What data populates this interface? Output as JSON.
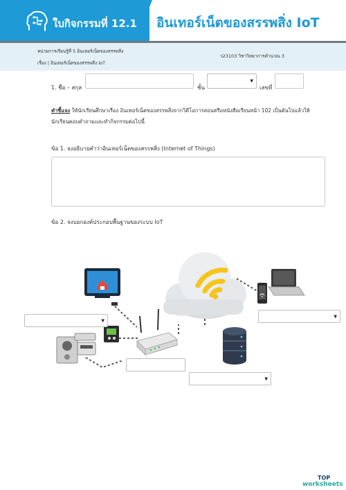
{
  "header": {
    "worksheet_label": "ใบกิจกรรมที่ 12.1",
    "title": "อินเทอร์เน็ตของสรรพสิ่ง IoT"
  },
  "info": {
    "unit": "หน่วยการเรียนรู้ที่  5 อินเทอร์เน็ตของสรรพสิ่ง",
    "topic": "เรื่อง | อินเทอร์เน็ตของสรรพสิ่ง IoT",
    "course": "ว23103 วิชาวิทยาการคำนวณ 3"
  },
  "student": {
    "name_label": "1. ชื่อ – สกุล",
    "class_label": "ชั้น",
    "number_label": "เลขที่"
  },
  "instructions": {
    "heading": "คำชี้แจง",
    "text": " ให้นักเรียนศึกษาเรื่อง อินเทอร์เน็ตของสรรพสิ่งจากวิดีโอการสอนหรือหนังสือเรียนหน้า 102 เป็นต้นไปแล้วให้นักเรียนตอบคำถามและทำกิจกรรมต่อไปนี้"
  },
  "questions": {
    "q1": "ข้อ 1. จงอธิบายคำว่าอินเทอร์เน็ตของสรรพสิ่ง (Internet of Things)",
    "q2": "ข้อ 2. จงบอกองค์ประกอบพื้นฐานของระบบ IoT"
  },
  "dropdown_arrow": "▼",
  "logo": {
    "top": "TOP",
    "brand": "worksheets"
  },
  "colors": {
    "accent": "#1e9ad6",
    "cloud_wifi": "#f5c518",
    "brand_teal": "#2aa7a0"
  },
  "icons": [
    "brain-icon",
    "tv-icon",
    "stereo-icon",
    "controller-icon",
    "router-icon",
    "cloud-wifi-icon",
    "database-icon",
    "phone-icon",
    "laptop-icon"
  ]
}
